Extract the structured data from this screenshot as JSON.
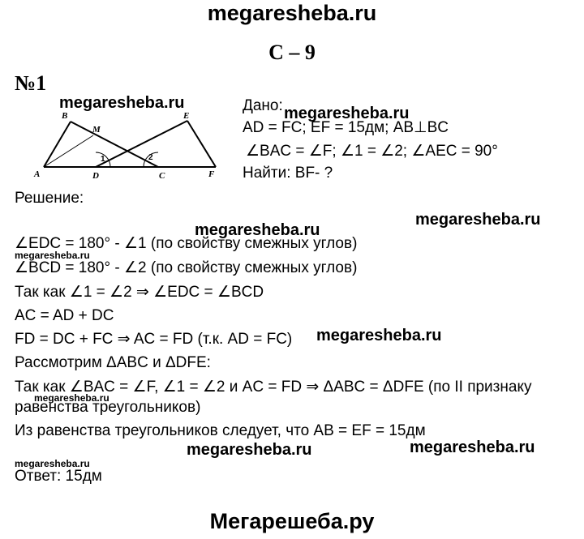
{
  "header": {
    "site": "megaresheba.ru",
    "section": "C – 9"
  },
  "problem": {
    "number": "№1",
    "given_label": "Дано:",
    "given_lines": [
      "AD = FC; EF = 15дм; AB⊥BC",
      "∠BAC = ∠F; ∠1 = ∠2; ∠AEC = 90°",
      "Найти: BF- ?"
    ]
  },
  "figure": {
    "labels": {
      "A": "A",
      "B": "B",
      "M": "M",
      "E": "E",
      "D": "D",
      "C": "C",
      "F": "F",
      "a1": "1",
      "a2": "2"
    },
    "line_color": "#000000"
  },
  "solution": {
    "heading": "Решение:",
    "lines": [
      "∠EDC = 180° - ∠1 (по свойству смежных углов)",
      "∠BCD = 180° - ∠2 (по свойству смежных углов)",
      "Так как ∠1 = ∠2 ⇒ ∠EDC = ∠BCD",
      "AC = AD + DC",
      "FD = DC + FC ⇒ AC = FD (т.к. AD = FC)",
      "Рассмотрим ΔABC и ΔDFE:",
      "Так как ∠BAC = ∠F, ∠1 = ∠2 и AC = FD ⇒ ΔABC = ΔDFE (по II признаку",
      "равенства треугольников)",
      "Из равенства треугольников следует, что AB = EF = 15дм"
    ],
    "answer": "Ответ: 15дм"
  },
  "watermarks": {
    "big": "megaresheba.ru",
    "small": "megaresheba.ru"
  },
  "footer": {
    "site": "Мегарешеба.ру"
  }
}
